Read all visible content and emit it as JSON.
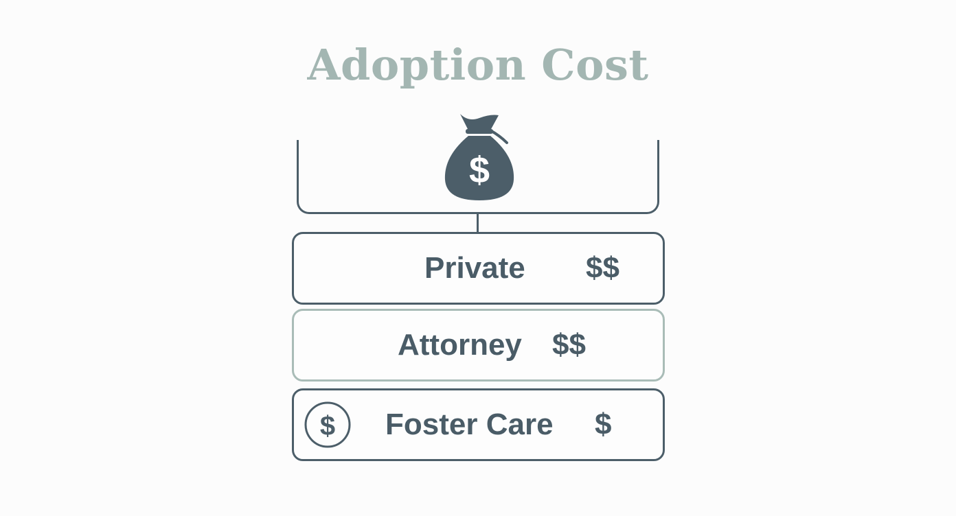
{
  "title": "Adoption Cost",
  "icons": {
    "top": "money-bag-icon",
    "coin": "dollar-coin-icon",
    "bag_symbol": "$",
    "coin_symbol": "$"
  },
  "colors": {
    "title": "#a3b6b2",
    "primary": "#4c5e69",
    "soft_border": "#a9bcb7"
  },
  "options": [
    {
      "label": "Private",
      "cost": "$$"
    },
    {
      "label": "Attorney",
      "cost": "$$"
    },
    {
      "label": "Foster Care",
      "cost": "$"
    }
  ]
}
